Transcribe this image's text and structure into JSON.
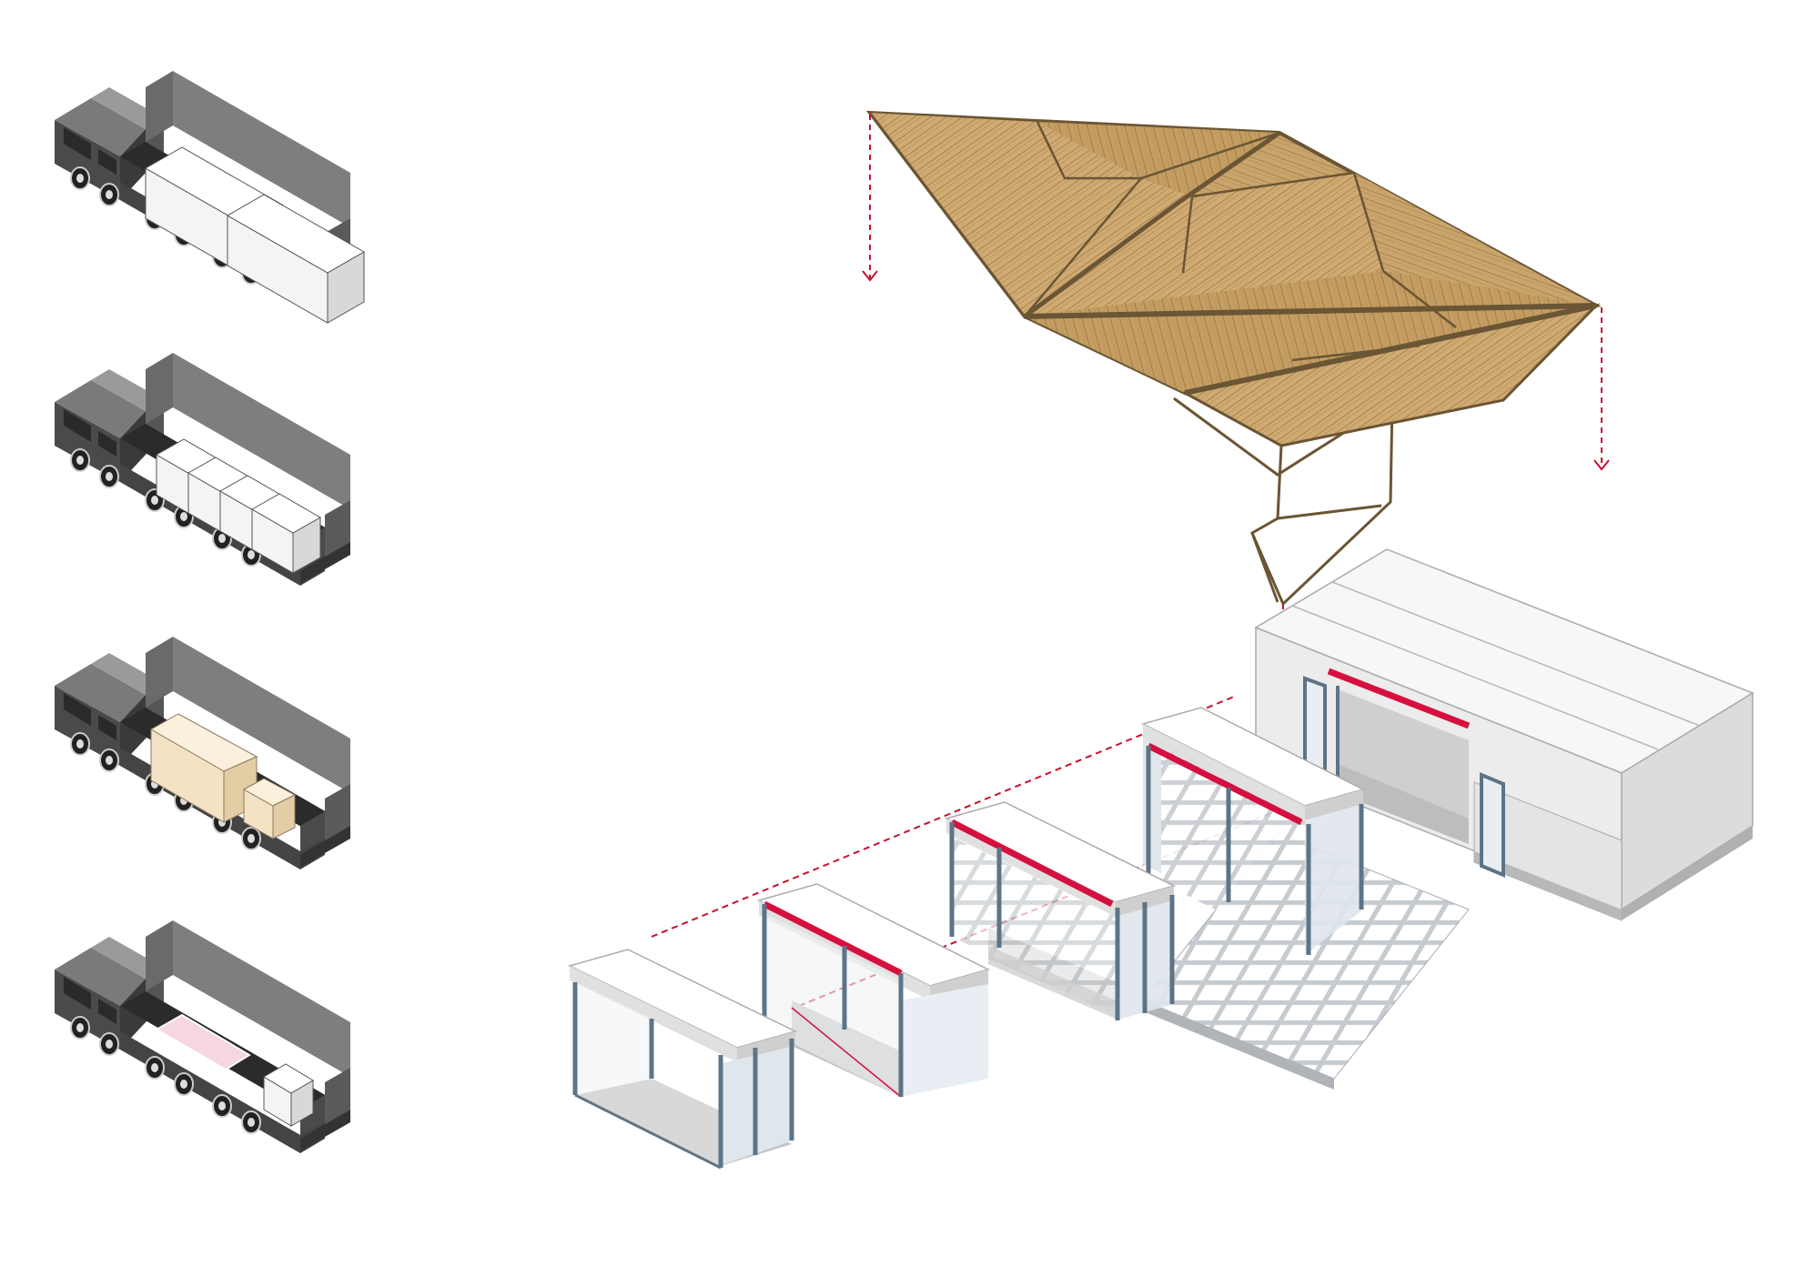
{
  "colors": {
    "truck_dark": "#3c3c3c",
    "truck_mid": "#5a5a5a",
    "truck_light": "#888888",
    "truck_bed": "#2b2b2b",
    "module_white": "#ffffff",
    "module_face": "#ececec",
    "module_floor": "#bcbcbc",
    "glass": "#dfe6ec",
    "frame_blue": "#5d7487",
    "beam_red": "#d6103e",
    "dash_red": "#c8102e",
    "roof_wood": "#c9a46b",
    "roof_edge": "#6a5534",
    "cargo_cream": "#f6e6cc",
    "cargo_pink": "#f6d6e0"
  },
  "icons": [
    "truck-icon",
    "container-icon",
    "roof-panel-icon",
    "arrow-down-icon"
  ],
  "trucks": [
    {
      "name": "truck-two-modules",
      "cargo": "two-large-modules"
    },
    {
      "name": "truck-four-modules",
      "cargo": "four-small-modules"
    },
    {
      "name": "truck-wood-crates",
      "cargo": "wooden-crates"
    },
    {
      "name": "truck-flat-panels",
      "cargo": "flat-panels"
    }
  ]
}
